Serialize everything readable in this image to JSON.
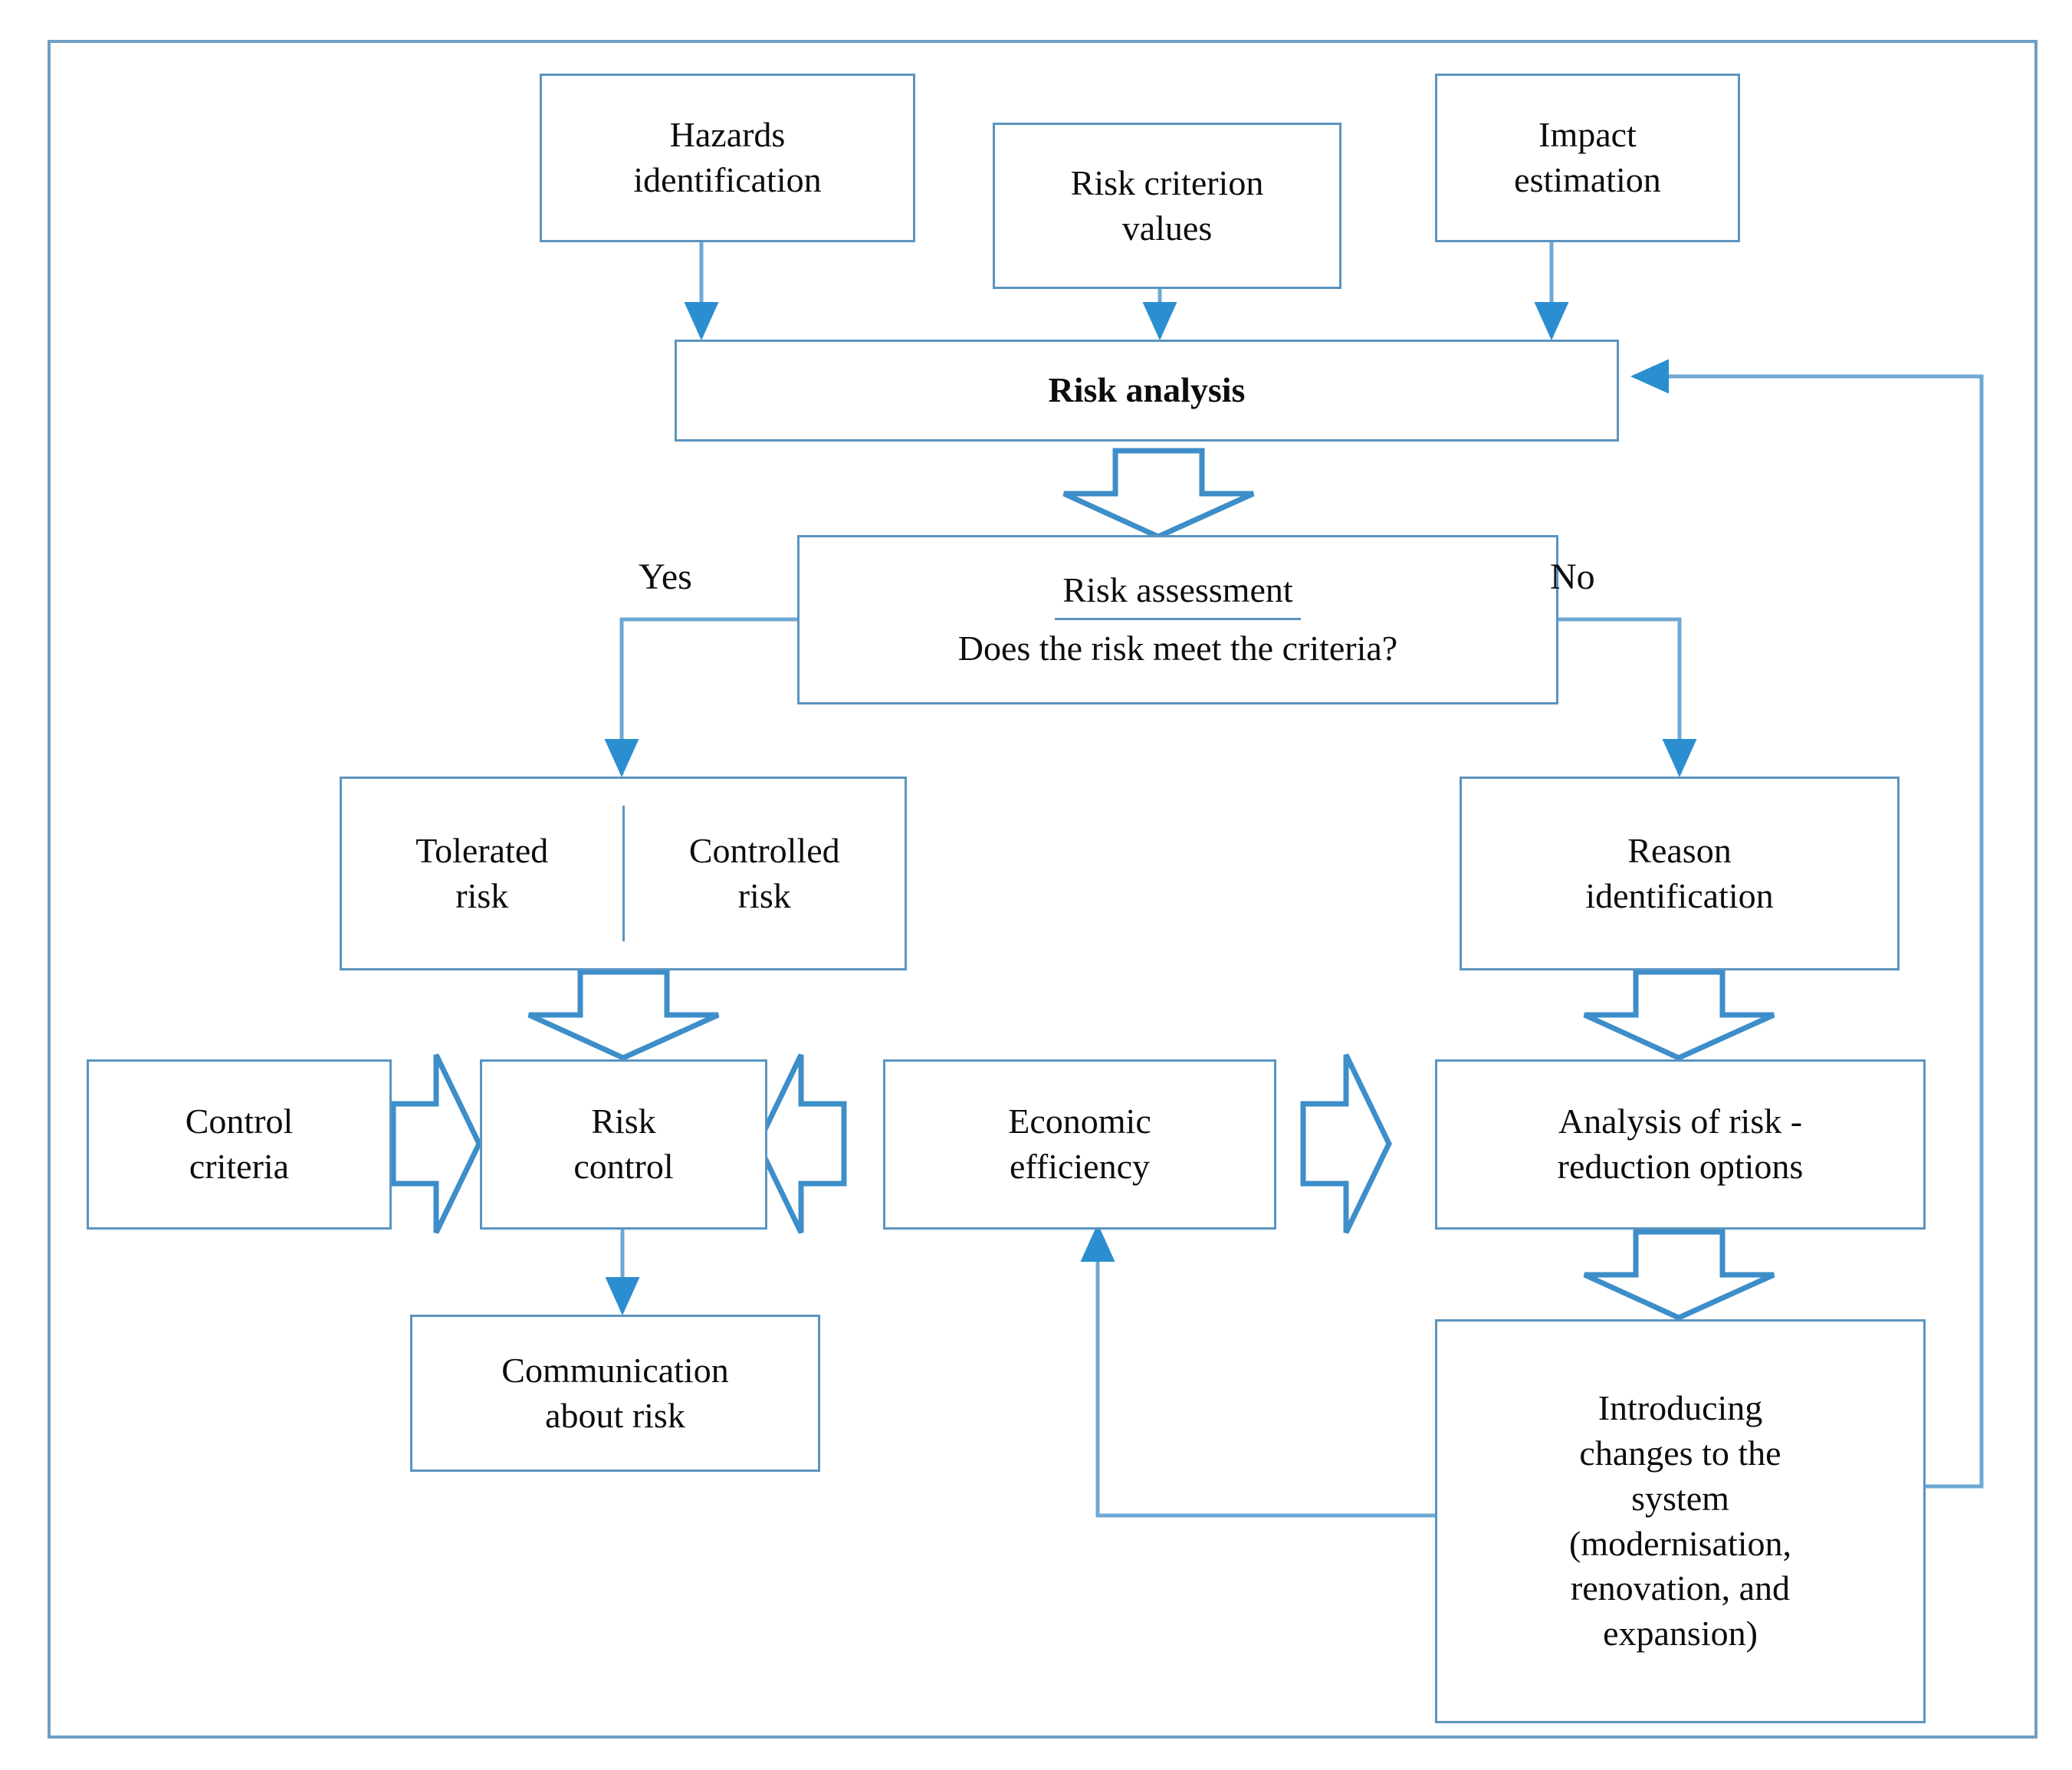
{
  "diagram": {
    "title_text": "",
    "accent_color": "#5b94c0",
    "frame_color": "#6e9ec4",
    "text_color": "#0d0d0d",
    "nodes": {
      "hazards_identification": "Hazards\nidentification",
      "risk_criterion_values": "Risk criterion\nvalues",
      "impact_estimation": "Impact\nestimation",
      "risk_analysis": "Risk analysis",
      "risk_assessment_title": "Risk assessment",
      "risk_assessment_question": "Does the risk meet the criteria?",
      "tolerated_risk": "Tolerated\nrisk",
      "controlled_risk": "Controlled\nrisk",
      "reason_identification": "Reason\nidentification",
      "control_criteria": "Control\ncriteria",
      "risk_control": "Risk\ncontrol",
      "economic_efficiency": "Economic\nefficiency",
      "analysis_of_risk_reduction_options": "Analysis of risk -\nreduction options",
      "communication_about_risk": "Communication\nabout risk",
      "introducing_changes": "Introducing\nchanges to the\nsystem\n(modernisation,\nrenovation, and\nexpansion)"
    },
    "edge_labels": {
      "yes": "Yes",
      "no": "No"
    }
  }
}
